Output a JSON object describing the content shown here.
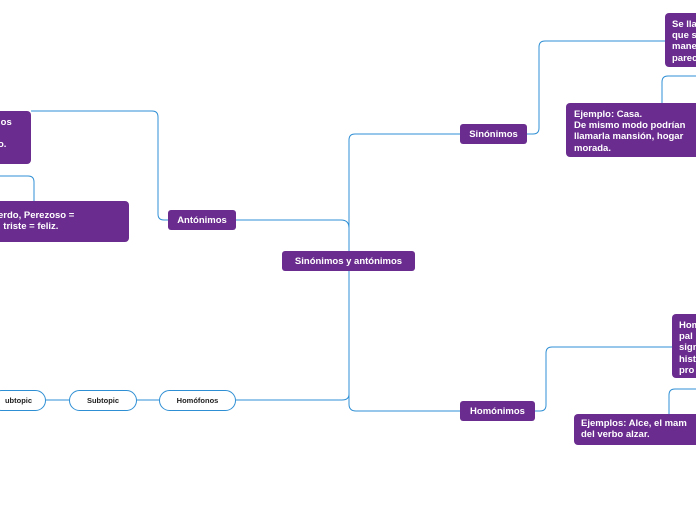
{
  "colors": {
    "node_fill": "#6a2c8e",
    "link": "#2f8fd4",
    "subtopic_border": "#2f8fd4"
  },
  "central": {
    "label": "Sinónimos y antónimos"
  },
  "branches": {
    "sinonimos": {
      "label": "Sinónimos"
    },
    "antonimos": {
      "label": "Antónimos"
    },
    "homonimos": {
      "label": "Homónimos"
    },
    "homofonos": {
      "label": "Homófonos"
    }
  },
  "notes": {
    "sin_def": "Se lla\nque s\nmane\nparec",
    "sin_ejemplo": "Ejemplo: Casa.\nDe mismo modo podrían\nllamarla mansión, hogar\nmorada.",
    "ant_def": "los\n.\no.",
    "ant_ejemplo": "erdo, Perezoso =\n, triste = feliz.",
    "hom_def": "Hom\npal\nsign\nhist\npro",
    "hom_ejemplo": "Ejemplos: Alce, el mam\ndel verbo alzar."
  },
  "subtopics": {
    "sub1": "Subtopic",
    "sub2": "ubtopic"
  }
}
